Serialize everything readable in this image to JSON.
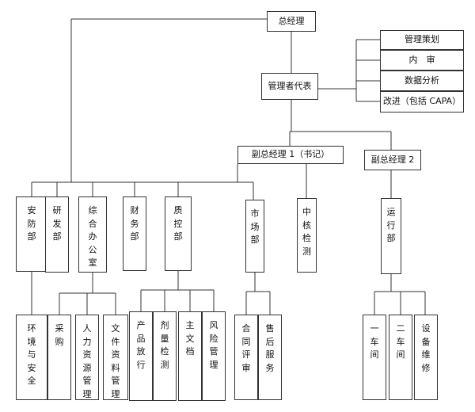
{
  "nodes": {
    "gm": "总经理",
    "mgmt_rep": "管理者代表",
    "planning": "管理策划",
    "internal_audit": "内　审",
    "data_analysis": "数据分析",
    "improvement": "改进（包括 CAPA）",
    "deputy1": "副总经理 1（书记）",
    "deputy2": "副总经理 2",
    "security": "安防部",
    "rnd": "研发部",
    "general_office": "综合办公室",
    "finance": "财务部",
    "quality": "质控部",
    "marketing": "市场部",
    "inspection": "中核检测",
    "operations": "运行部",
    "env_safety": "环境与安全",
    "procurement": "采购",
    "hr_mgmt": "人力资源管理",
    "doc_mgmt": "文件资料管理",
    "release": "产品放行",
    "dose_test": "剂量检测",
    "files": "主文档",
    "risk_mgmt": "风险管理",
    "contract_review": "合同评审",
    "after_sales": "售后服务",
    "workshop1": "一车间",
    "workshop2": "二车间",
    "equipment": "设备维修"
  }
}
